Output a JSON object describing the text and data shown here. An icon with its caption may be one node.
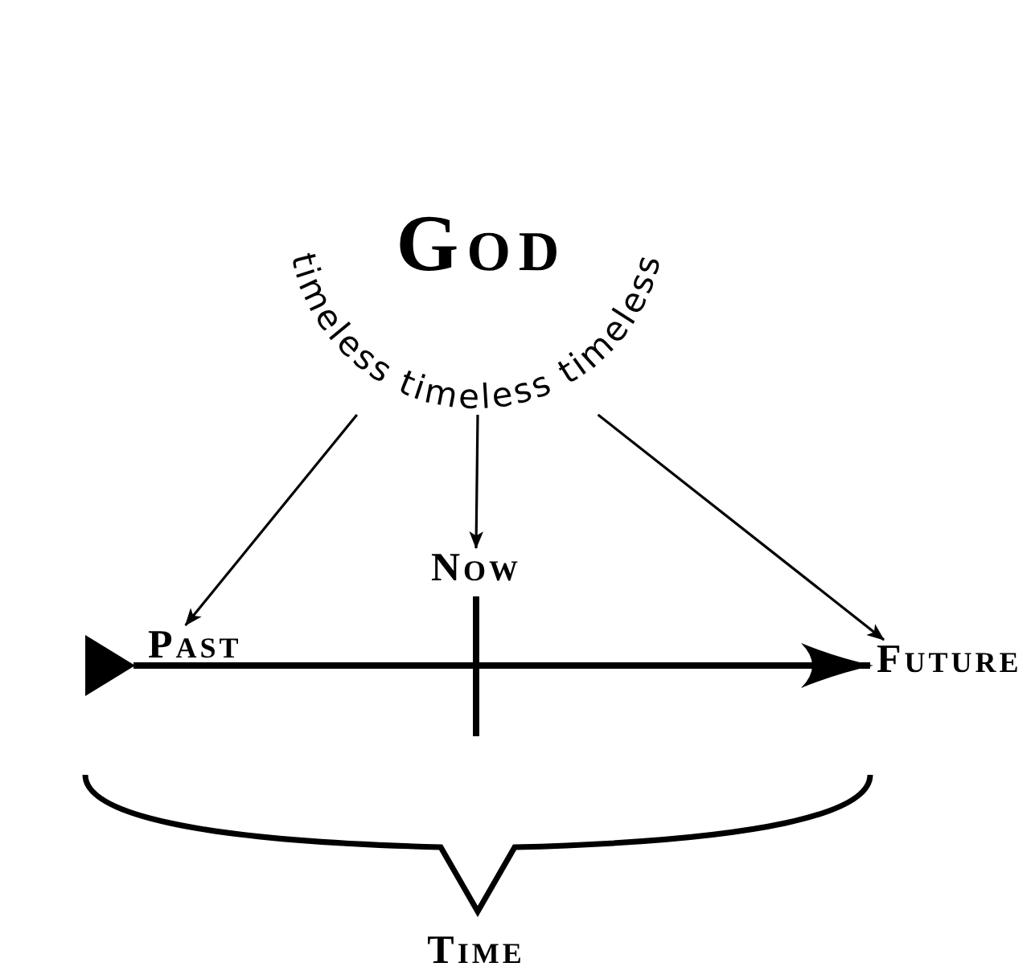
{
  "diagram": {
    "nodes": [
      {
        "text": [
          "God",
          "timeless timeless timeless"
        ]
      },
      {
        "text": [
          "Past"
        ]
      },
      {
        "text": [
          "Now"
        ]
      },
      {
        "text": [
          "Future"
        ]
      }
    ],
    "edges": [
      {
        "from": 0,
        "to": 1,
        "arrow": "to"
      },
      {
        "from": 0,
        "to": 2,
        "arrow": "to"
      },
      {
        "from": 0,
        "to": 3,
        "arrow": "to"
      },
      {
        "from": 1,
        "to": 3,
        "arrow": "to",
        "style": "thick"
      }
    ],
    "labels": [
      "Time"
    ]
  }
}
